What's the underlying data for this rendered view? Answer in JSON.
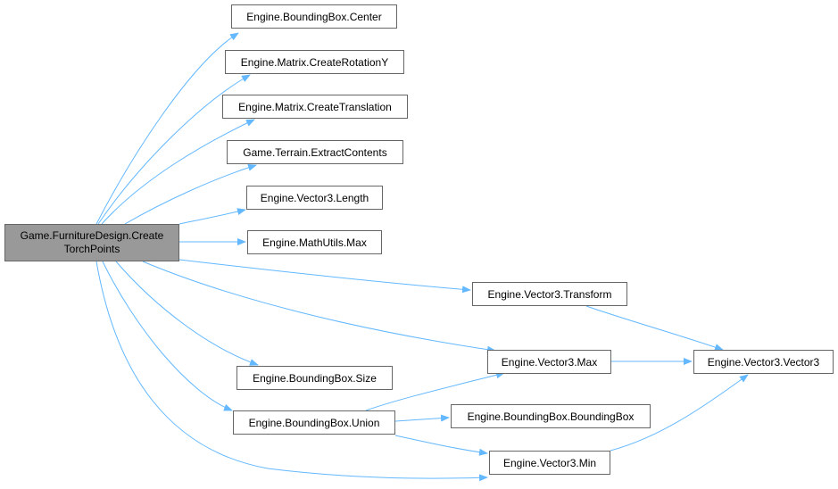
{
  "colors": {
    "edge": "#63b8ff",
    "node_border": "#666666",
    "root_fill": "#999999",
    "node_fill": "#ffffff"
  },
  "nodes": {
    "root": {
      "line1": "Game.FurnitureDesign.Create",
      "line2": "TorchPoints"
    },
    "bb_center": "Engine.BoundingBox.Center",
    "matrix_rot_y": "Engine.Matrix.CreateRotationY",
    "matrix_trans": "Engine.Matrix.CreateTranslation",
    "terrain_extract": "Game.Terrain.ExtractContents",
    "vec3_length": "Engine.Vector3.Length",
    "mathutils_max": "Engine.MathUtils.Max",
    "vec3_transform": "Engine.Vector3.Transform",
    "vec3_max": "Engine.Vector3.Max",
    "vec3_ctor": "Engine.Vector3.Vector3",
    "bb_size": "Engine.BoundingBox.Size",
    "bb_union": "Engine.BoundingBox.Union",
    "bb_ctor": "Engine.BoundingBox.BoundingBox",
    "vec3_min": "Engine.Vector3.Min"
  }
}
